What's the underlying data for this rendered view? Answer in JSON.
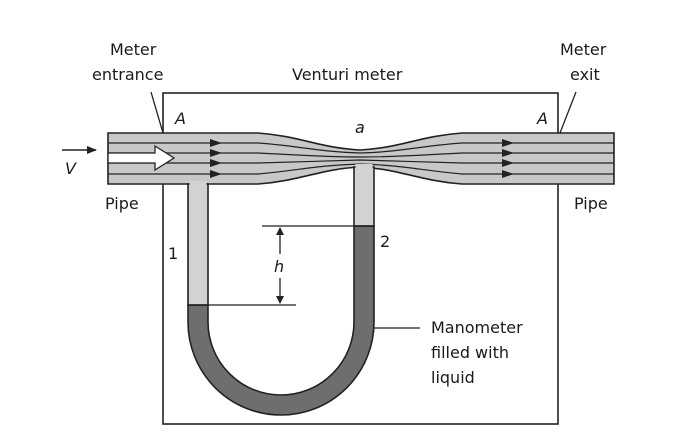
{
  "diagram": {
    "labels": {
      "meter_entrance_line1": "Meter",
      "meter_entrance_line2": "entrance",
      "meter_exit_line1": "Meter",
      "meter_exit_line2": "exit",
      "venturi_meter": "Venturi meter",
      "section_A_left": "A",
      "section_A_right": "A",
      "throat_a": "a",
      "velocity_V": "V",
      "pipe_left": "Pipe",
      "pipe_right": "Pipe",
      "tap_1": "1",
      "tap_2": "2",
      "height_h": "h",
      "manometer_line1": "Manometer",
      "manometer_line2": "filled with",
      "manometer_line3": "liquid"
    },
    "colors": {
      "pipe_fill": "#c8c8c8",
      "manometer_liquid": "#6e6e6e",
      "tube_air": "#d2d2d2",
      "stroke": "#222222"
    },
    "icons": {
      "flow_arrow": "hollow-right-arrow",
      "velocity_arrow": "right-arrow"
    }
  }
}
